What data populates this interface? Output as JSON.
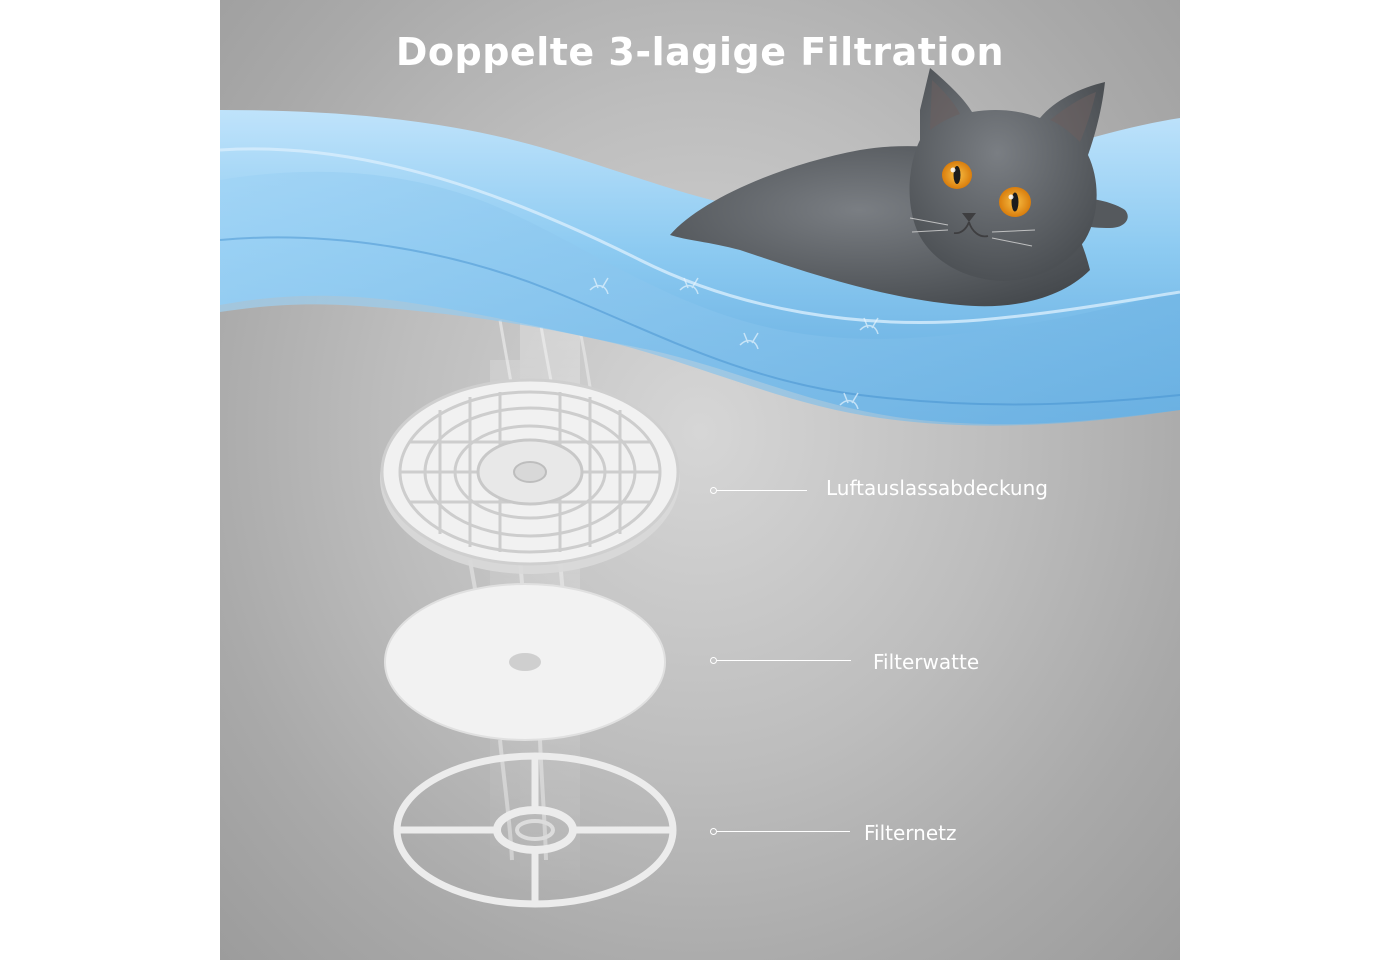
{
  "title": "Doppelte 3-lagige Filtration",
  "labels": {
    "outlet_cover": "Luftauslassabdeckung",
    "filter_cotton": "Filterwatte",
    "filter_mesh": "Filternetz"
  },
  "colors": {
    "background": "#b5b5b5",
    "fabric": "#7fbfe8",
    "cat_fur": "#5e6266",
    "cat_eyes": "#f2a01c",
    "text": "#ffffff"
  }
}
